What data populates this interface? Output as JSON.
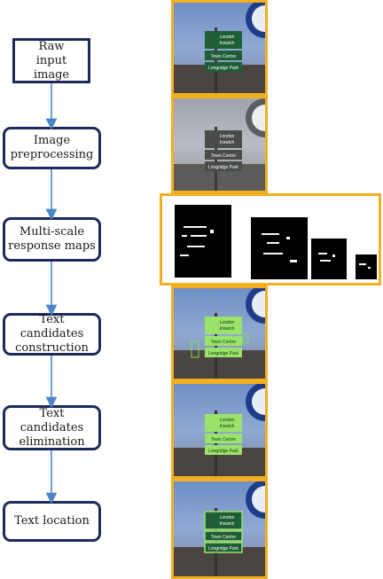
{
  "steps": [
    {
      "line1": "Raw",
      "line2": "input image"
    },
    {
      "line1": "Image",
      "line2": "preprocessing"
    },
    {
      "line1": "Multi-scale",
      "line2": "response maps"
    },
    {
      "line1": "Text candidates",
      "line2": "construction"
    },
    {
      "line1": "Text candidates",
      "line2": "elimination"
    },
    {
      "line1": "Text location",
      "line2": ""
    }
  ],
  "sign_text": {
    "top_line1": "London",
    "top_line2": "Inswich",
    "middle": "Town Centre",
    "bottom": "Longridge Park"
  },
  "colors": {
    "box_border": "#1c2a5c",
    "arrow": "#4d86c6",
    "frame": "#f2b021"
  }
}
